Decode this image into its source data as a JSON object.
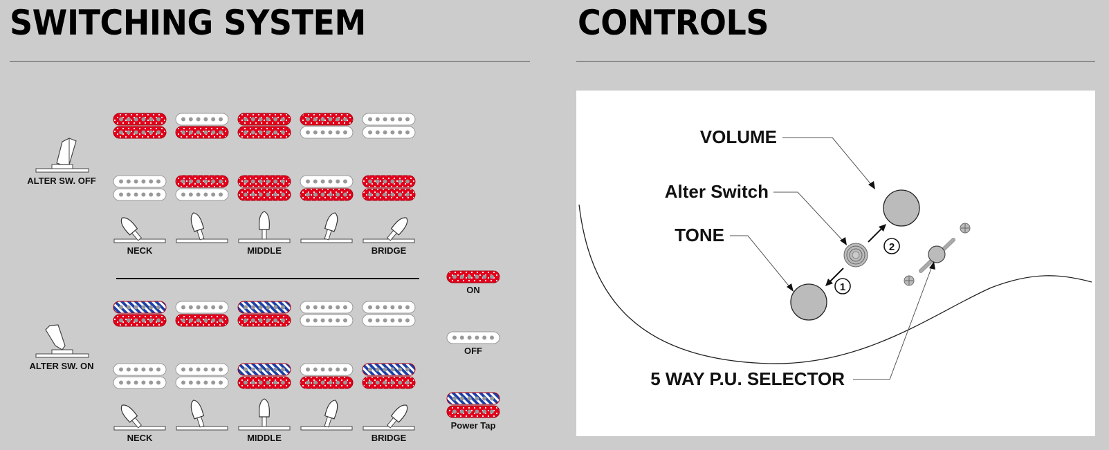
{
  "switching_system": {
    "title": "SWITCHING SYSTEM",
    "alter_off": {
      "label": "ALTER SW. OFF",
      "positions": [
        {
          "name": "NECK",
          "row1": [
            "on",
            "on"
          ],
          "row2": [
            "off",
            "off"
          ]
        },
        {
          "name": "",
          "row1": [
            "off",
            "on"
          ],
          "row2": [
            "on",
            "off"
          ]
        },
        {
          "name": "MIDDLE",
          "row1": [
            "on",
            "on"
          ],
          "row2": [
            "on",
            "on"
          ]
        },
        {
          "name": "",
          "row1": [
            "on",
            "off"
          ],
          "row2": [
            "off",
            "on"
          ]
        },
        {
          "name": "BRIDGE",
          "row1": [
            "off",
            "off"
          ],
          "row2": [
            "on",
            "on"
          ]
        }
      ]
    },
    "alter_on": {
      "label": "ALTER SW. ON",
      "positions": [
        {
          "name": "NECK",
          "row1": [
            "tap",
            "on"
          ],
          "row2": [
            "off",
            "off"
          ]
        },
        {
          "name": "",
          "row1": [
            "off",
            "on"
          ],
          "row2": [
            "off",
            "off"
          ]
        },
        {
          "name": "MIDDLE",
          "row1": [
            "tap",
            "on"
          ],
          "row2": [
            "tap",
            "on"
          ]
        },
        {
          "name": "",
          "row1": [
            "off",
            "off"
          ],
          "row2": [
            "off",
            "on"
          ]
        },
        {
          "name": "BRIDGE",
          "row1": [
            "off",
            "off"
          ],
          "row2": [
            "tap",
            "on"
          ]
        }
      ]
    },
    "legend": [
      {
        "key": "on",
        "label": "ON"
      },
      {
        "key": "off",
        "label": "OFF"
      },
      {
        "key": "tap",
        "label": "Power Tap"
      }
    ],
    "colors": {
      "on": "#e3001b",
      "tap": "#1a3fa8",
      "off": "#ffffff",
      "pole": "#999999"
    }
  },
  "controls": {
    "title": "CONTROLS",
    "labels": {
      "volume": "VOLUME",
      "alter_switch": "Alter Switch",
      "tone": "TONE",
      "selector": "5 WAY P.U. SELECTOR",
      "step1": "1",
      "step2": "2"
    }
  }
}
